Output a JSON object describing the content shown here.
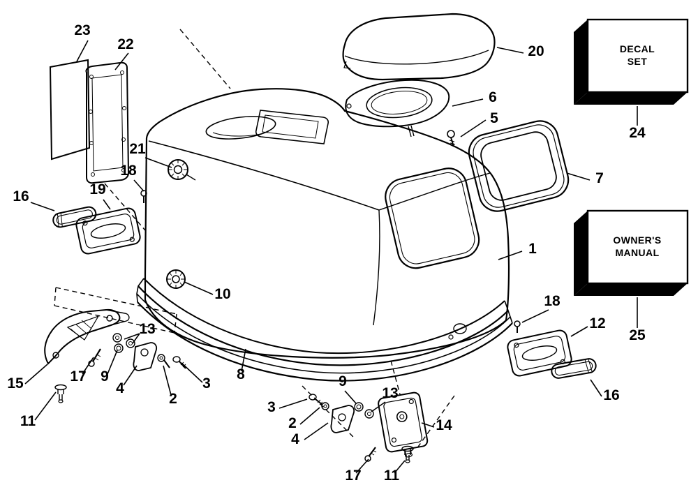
{
  "figure": {
    "type": "exploded-parts-diagram",
    "subject": "Outboard motor engine cover assembly"
  },
  "colors": {
    "ink": "#000000",
    "paper": "#ffffff"
  },
  "callouts": {
    "c1": "1",
    "c2": "2",
    "c3": "3",
    "c4": "4",
    "c5": "5",
    "c6": "6",
    "c7": "7",
    "c8": "8",
    "c9": "9",
    "c10": "10",
    "c11": "11",
    "c12": "12",
    "c13": "13",
    "c14": "14",
    "c15": "15",
    "c16": "16",
    "c17": "17",
    "c18": "18",
    "c19": "19",
    "c20": "20",
    "c21": "21",
    "c22": "22",
    "c23": "23",
    "c24": "24",
    "c25": "25"
  },
  "boxes": {
    "decal": {
      "line1": "DECAL",
      "line2": "SET"
    },
    "manual": {
      "line1": "OWNER'S",
      "line2": "MANUAL"
    }
  }
}
